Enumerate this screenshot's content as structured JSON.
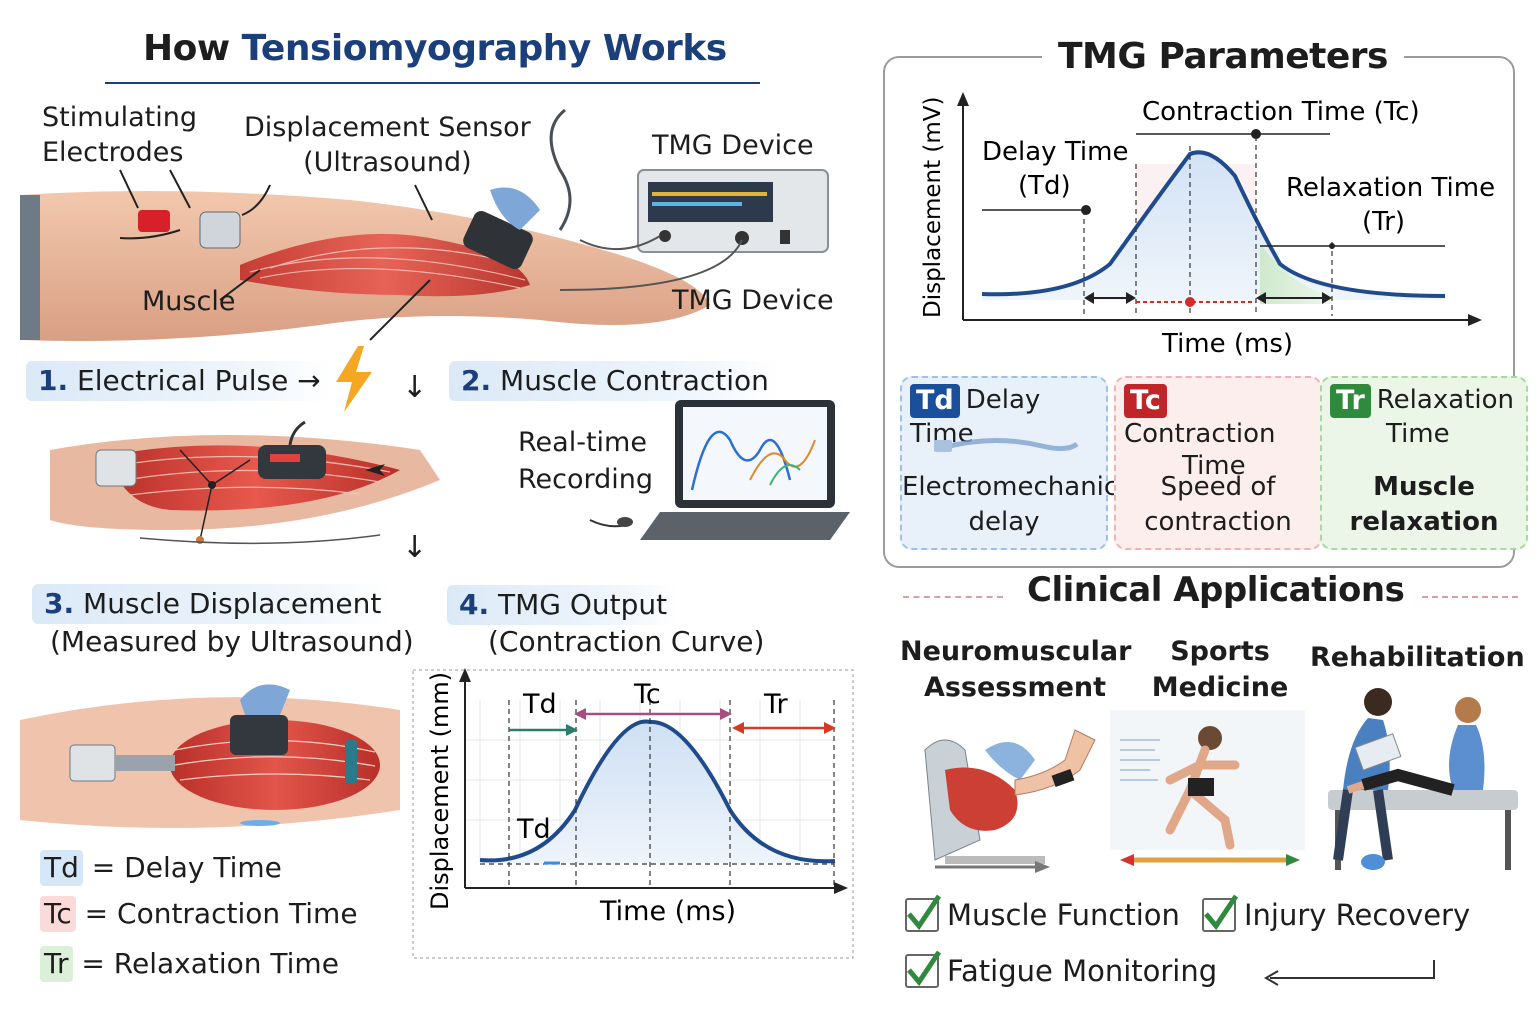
{
  "left": {
    "title_prefix": "How ",
    "title_highlight": "Tensiomyography Works",
    "labels": {
      "stimulating_electrodes_line1": "Stimulating",
      "stimulating_electrodes_line2": "Electrodes",
      "displacement_sensor_line1": "Displacement Sensor",
      "displacement_sensor_line2": "(Ultrasound)",
      "tmg_device_top": "TMG Device",
      "tmg_device_bottom": "TMG Device",
      "muscle": "Muscle",
      "realtime_line1": "Real-time",
      "realtime_line2": "Recording"
    },
    "steps": [
      {
        "num": "1.",
        "label": "Electrical Pulse"
      },
      {
        "num": "2.",
        "label": "Muscle Contraction"
      },
      {
        "num": "3.",
        "label": "Muscle Displacement"
      },
      {
        "num": "4.",
        "label": "TMG Output"
      }
    ],
    "step3_sub": "(Measured by Ultrasound)",
    "step4_sub": "(Contraction Curve)",
    "legend": [
      {
        "abbr": "Td",
        "text": "= Delay Time",
        "color": "#d6e8f7"
      },
      {
        "abbr": "Tc",
        "text": "= Contraction Time",
        "color": "#fbdada"
      },
      {
        "abbr": "Tr",
        "text": "= Relaxation Time",
        "color": "#dcefd9"
      }
    ]
  },
  "output_chart": {
    "ylabel": "Displacement (mm)",
    "xlabel": "Time (ms)",
    "td_label": "Td",
    "tc_label": "Tc",
    "tr_label": "Tr",
    "td_inner_label": "Td"
  },
  "right": {
    "params_title": "TMG Parameters",
    "chart": {
      "ylabel": "Displacement (mV)",
      "xlabel": "Time (ms)",
      "tc_label": "Contraction Time (Tc)",
      "td_line1": "Delay Time",
      "td_line2": "(Td)",
      "tr_line1": "Relaxation Time",
      "tr_line2": "(Tr)"
    },
    "cards": [
      {
        "abbr": "Td",
        "title_line1": "Delay Time",
        "title_line2": "",
        "desc_line1": "Electromechanical",
        "desc_line2": "delay",
        "color": "#1b4f9c",
        "bg": "#e8f1fa",
        "border": "#9fc0e6"
      },
      {
        "abbr": "Tc",
        "title_line1": "Contraction",
        "title_line2": "Time",
        "desc_line1": "Speed of",
        "desc_line2": "contraction",
        "color": "#c0252a",
        "bg": "#fdeeee",
        "border": "#f0b3b3"
      },
      {
        "abbr": "Tr",
        "title_line1": "Relaxation",
        "title_line2": "Time",
        "desc_line1": "Muscle",
        "desc_line2": "relaxation",
        "color": "#2f8a3e",
        "bg": "#ebf6e9",
        "border": "#a9d8a3"
      }
    ],
    "apps_title": "Clinical Applications",
    "apps": [
      {
        "line1": "Neuromuscular",
        "line2": "Assessment"
      },
      {
        "line1": "Sports",
        "line2": "Medicine"
      },
      {
        "line1": "Rehabilitation",
        "line2": ""
      }
    ],
    "checks": [
      "Muscle Function",
      "Injury Recovery",
      "Fatigue Monitoring"
    ]
  }
}
